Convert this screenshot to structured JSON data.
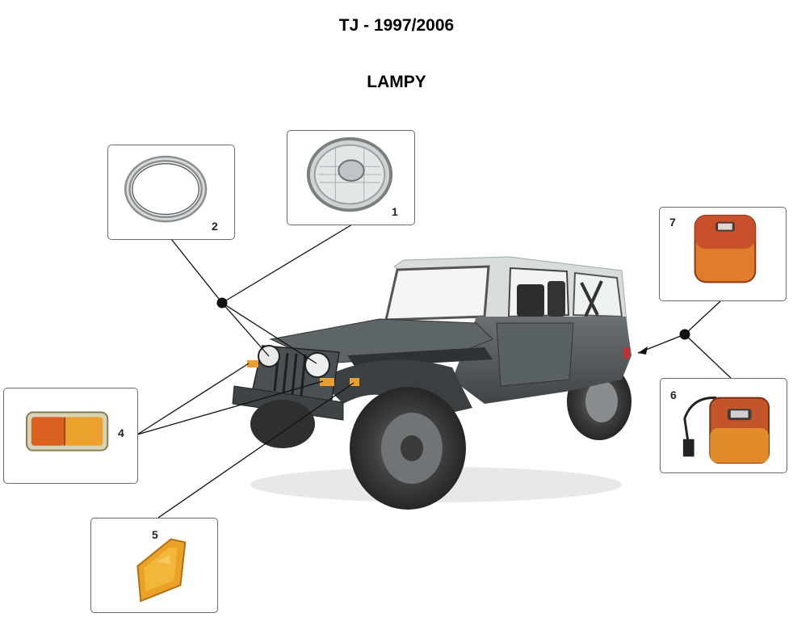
{
  "header": {
    "model": "TJ - 1997/2006",
    "section": "LAMPY"
  },
  "parts": [
    {
      "number": "1",
      "icon": "headlamp-icon"
    },
    {
      "number": "2",
      "icon": "headlamp-bezel-ring-icon"
    },
    {
      "number": "4",
      "icon": "front-turn-signal-lamp-icon"
    },
    {
      "number": "5",
      "icon": "side-marker-lamp-icon"
    },
    {
      "number": "6",
      "icon": "tail-lamp-with-connector-icon"
    },
    {
      "number": "7",
      "icon": "tail-lamp-icon"
    }
  ],
  "colors": {
    "amber": "#e08a1e",
    "red_lens": "#c44a1e",
    "jeep_body": "#4e5558"
  }
}
